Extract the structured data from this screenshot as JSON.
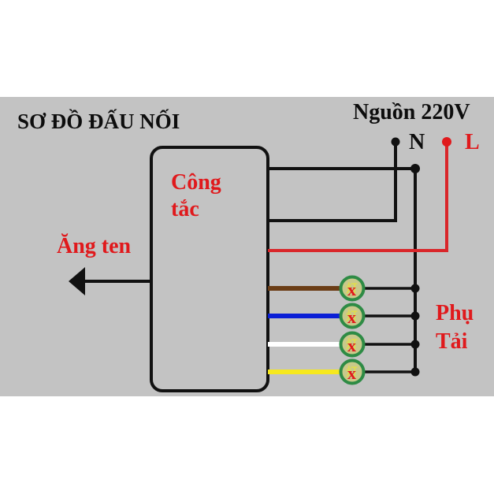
{
  "title": "SƠ ĐỒ ĐẤU NỐI",
  "power_source": {
    "label": "Nguồn 220V",
    "neutral_label": "N",
    "live_label": "L"
  },
  "switch_box": {
    "line1": "Công",
    "line2": "tắc"
  },
  "antenna": {
    "label": "Ăng ten"
  },
  "load": {
    "line1": "Phụ",
    "line2": "Tải"
  },
  "colors": {
    "background": "#c3c3c3",
    "neutral_wire": "#111111",
    "live_wire": "#d9262a",
    "label_red": "#e0191c",
    "lamp_ring": "#2e8b45"
  },
  "outputs": [
    {
      "channel": 1,
      "wire_color_name": "brown",
      "wire_color": "#6b3d16",
      "lamp_glyph": "灯",
      "lamp_mark": "X"
    },
    {
      "channel": 2,
      "wire_color_name": "blue",
      "wire_color": "#0a1fd6",
      "lamp_glyph": "灯",
      "lamp_mark": "X"
    },
    {
      "channel": 3,
      "wire_color_name": "white",
      "wire_color": "#ffffff",
      "lamp_glyph": "灯",
      "lamp_mark": "X"
    },
    {
      "channel": 4,
      "wire_color_name": "yellow",
      "wire_color": "#f6e81d",
      "lamp_glyph": "灯",
      "lamp_mark": "X"
    }
  ]
}
